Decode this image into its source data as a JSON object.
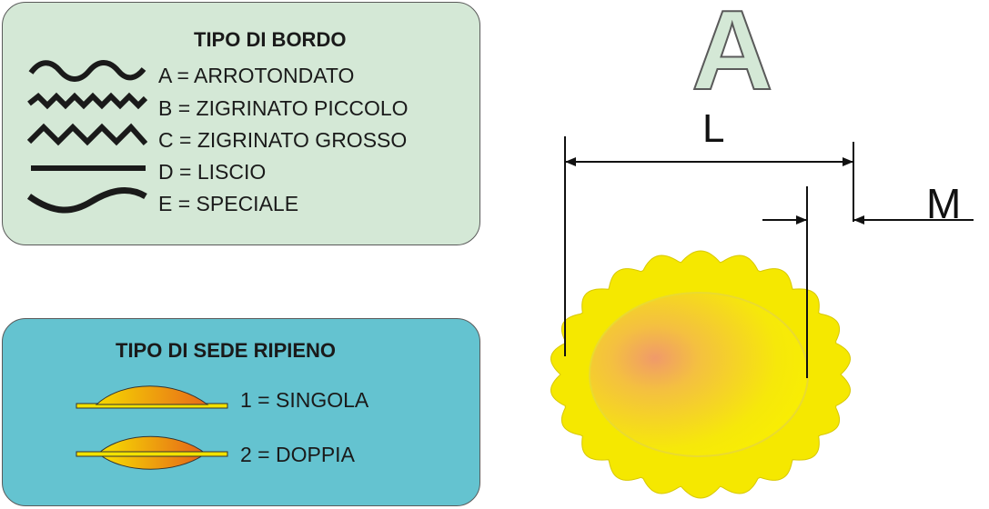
{
  "bordo": {
    "title": "TIPO DI BORDO",
    "items": [
      {
        "icon": "rounded-wave-icon",
        "label": "A = ARROTONDATO"
      },
      {
        "icon": "small-zigzag-icon",
        "label": "B = ZIGRINATO PICCOLO"
      },
      {
        "icon": "large-zigzag-icon",
        "label": "C = ZIGRINATO GROSSO"
      },
      {
        "icon": "straight-line-icon",
        "label": "D = LISCIO"
      },
      {
        "icon": "special-curve-icon",
        "label": "E = SPECIALE"
      }
    ]
  },
  "sede": {
    "title": "TIPO DI SEDE RIPIENO",
    "items": [
      {
        "icon": "single-filling-icon",
        "label": "1 = SINGOLA"
      },
      {
        "icon": "double-filling-icon",
        "label": "2 = DOPPIA"
      }
    ]
  },
  "diagram": {
    "edge_type_letter": "A",
    "dimension_length": "L",
    "dimension_margin": "M"
  },
  "colors": {
    "bordo_panel": "#d4e8d6",
    "sede_panel": "#64c3d0",
    "pasta_yellow": "#f5e600",
    "filling_orange": "#f0a040"
  }
}
